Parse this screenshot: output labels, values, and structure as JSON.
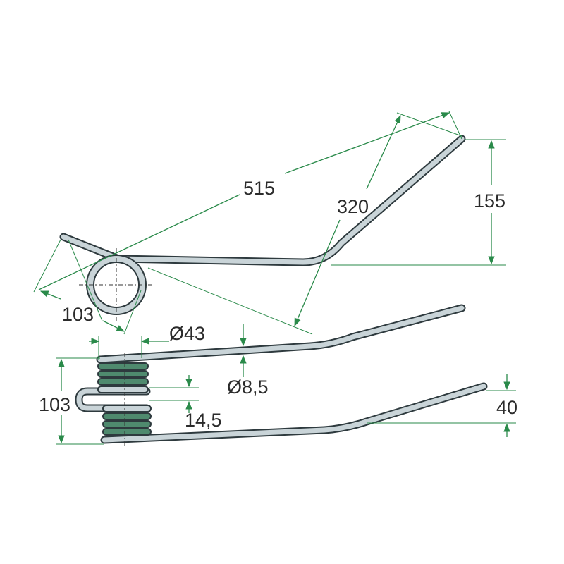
{
  "dimensions": {
    "overall_length": "515",
    "arm_length": "320",
    "height": "155",
    "coil_offset": "103",
    "coil_diameter": "Ø43",
    "wire_diameter": "Ø8,5",
    "side_height": "103",
    "coil_gap": "14,5",
    "tip_offset": "40"
  },
  "colors": {
    "dimension": "#2a8a4a",
    "wire_fill": "#c9d4d8",
    "wire_outline": "#2e3a3e",
    "coil_fill": "#4f8a6e"
  }
}
